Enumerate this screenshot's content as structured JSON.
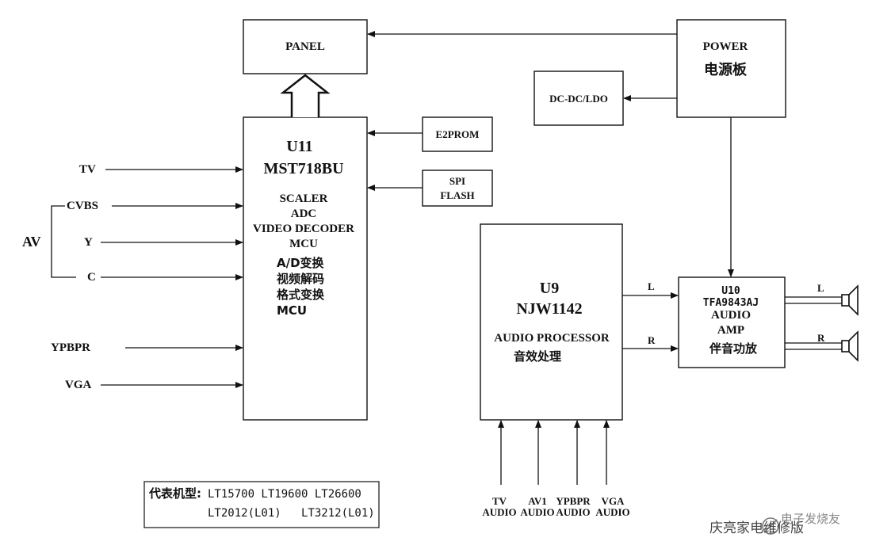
{
  "panel": "PANEL",
  "power": {
    "title": "POWER",
    "subtitle": "电源板"
  },
  "dcdc": "DC-DC/LDO",
  "e2prom": "E2PROM",
  "spi": {
    "line1": "SPI",
    "line2": "FLASH"
  },
  "u11": {
    "id": "U11",
    "chip": "MST718BU",
    "functions_en": [
      "SCALER",
      "ADC",
      "VIDEO DECODER",
      "MCU"
    ],
    "functions_cn": [
      "A/D变换",
      "视频解码",
      "格式变换",
      "MCU"
    ]
  },
  "inputs": {
    "tv": "TV",
    "cvbs": "CVBS",
    "av": "AV",
    "y": "Y",
    "c": "C",
    "ypbpr": "YPBPR",
    "vga": "VGA"
  },
  "u9": {
    "id": "U9",
    "chip": "NJW1142",
    "func_en": "AUDIO PROCESSOR",
    "func_cn": "音效处理"
  },
  "u10": {
    "id": "U10",
    "chip": "TFA9843AJ",
    "line1": "AUDIO",
    "line2": "AMP",
    "func_cn": "伴音功放"
  },
  "channels": {
    "left": "L",
    "right": "R"
  },
  "audio_inputs": [
    {
      "top": "TV",
      "bottom": "AUDIO"
    },
    {
      "top": "AV1",
      "bottom": "AUDIO"
    },
    {
      "top": "YPBPR",
      "bottom": "AUDIO"
    },
    {
      "top": "VGA",
      "bottom": "AUDIO"
    }
  ],
  "models": {
    "label": "代表机型:",
    "line1": "LT15700 LT19600 LT26600",
    "line2a": "LT2012(L01)",
    "line2b": "LT3212(L01)"
  },
  "watermark": "庆亮家电维修版",
  "logo_text": "电子发烧友"
}
